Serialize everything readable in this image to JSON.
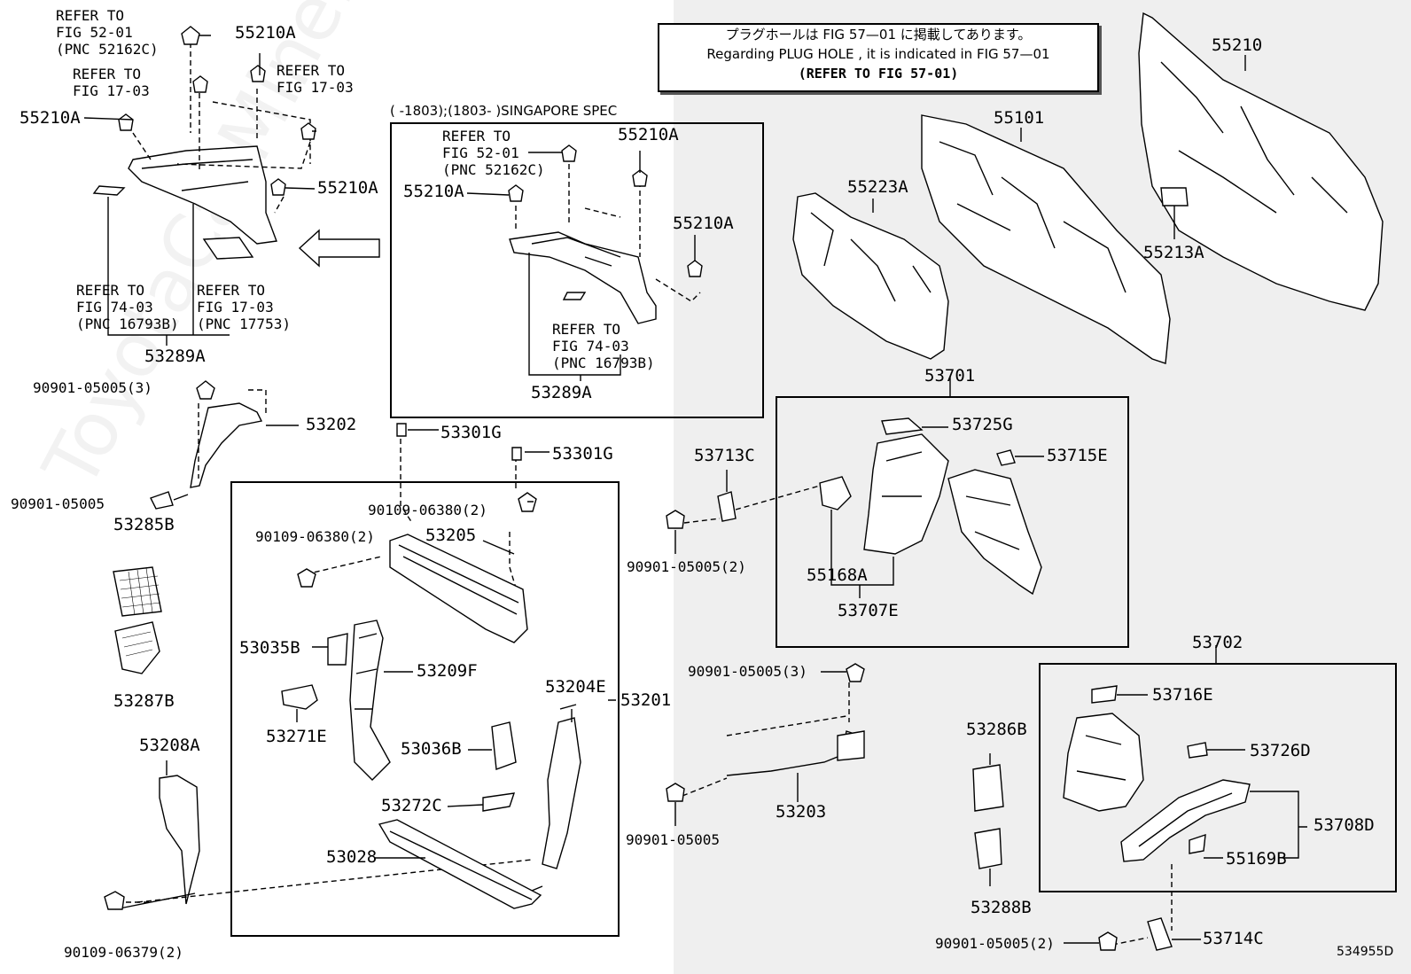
{
  "notice": {
    "line1": "プラグホールは FIG  57—01 に掲載してあります。",
    "line2": "Regarding  PLUG  HOLE , it is indicated in FIG  57—01",
    "line3": "(REFER TO FIG 57-01)"
  },
  "spec_label": "(      -1803);(1803-       )SINGAPORE SPEC",
  "drawing_number": "534955D",
  "watermark": "ToyotaCarMine.ru",
  "refs": {
    "r1": "REFER TO\nFIG 52-01\n(PNC 52162C)",
    "r2": "REFER TO\nFIG 17-03",
    "r3": "REFER TO\nFIG 17-03",
    "r4": "REFER TO\nFIG 74-03\n(PNC 16793B)",
    "r5": "REFER TO\nFIG 17-03\n(PNC 17753)",
    "r6": "REFER TO\nFIG 52-01\n(PNC 52162C)",
    "r7": "REFER TO\nFIG 74-03\n(PNC 16793B)"
  },
  "parts": {
    "p55210A_1": "55210A",
    "p55210A_2": "55210A",
    "p55210A_3": "55210A",
    "p55210A_4": "55210A",
    "p55210A_5": "55210A",
    "p55210A_6": "55210A",
    "p53289A_1": "53289A",
    "p53289A_2": "53289A",
    "p90901_05005_3a": "90901-05005(3)",
    "p53202": "53202",
    "p90901_05005_a": "90901-05005",
    "p53285B": "53285B",
    "p53287B": "53287B",
    "p53208A": "53208A",
    "p90109_06379": "90109-06379(2)",
    "p53301G_1": "53301G",
    "p53301G_2": "53301G",
    "p90109_06380_1": "90109-06380(2)",
    "p90109_06380_2": "90109-06380(2)",
    "p53205": "53205",
    "p53035B": "53035B",
    "p53209F": "53209F",
    "p53271E": "53271E",
    "p53036B": "53036B",
    "p53204E": "53204E",
    "p53201": "53201",
    "p53272C": "53272C",
    "p53028": "53028",
    "p55210": "55210",
    "p55101": "55101",
    "p55223A": "55223A",
    "p55213A": "55213A",
    "p53701": "53701",
    "p53725G": "53725G",
    "p53715E": "53715E",
    "p53713C": "53713C",
    "p90901_05005_2a": "90901-05005(2)",
    "p55168A": "55168A",
    "p53707E": "53707E",
    "p90901_05005_3b": "90901-05005(3)",
    "p53203": "53203",
    "p90901_05005_b": "90901-05005",
    "p53702": "53702",
    "p53716E": "53716E",
    "p53286B": "53286B",
    "p53726D": "53726D",
    "p53288B": "53288B",
    "p53708D": "53708D",
    "p55169B": "55169B",
    "p90901_05005_2b": "90901-05005(2)",
    "p53714C": "53714C"
  }
}
